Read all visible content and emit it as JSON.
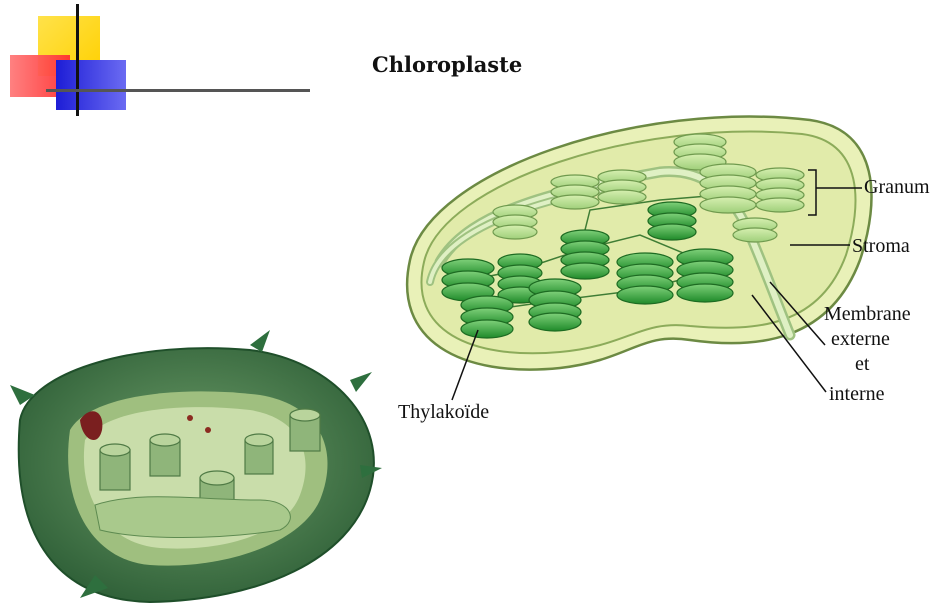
{
  "title": "Chloroplaste",
  "labels": {
    "granum": "Granum",
    "stroma": "Stroma",
    "membrane_line1": "Membrane",
    "membrane_line2": "externe",
    "membrane_line3": "et",
    "membrane_line4": "interne",
    "thylakoide": "Thylakoïde"
  },
  "colors": {
    "accent_yellow": "#ffd000",
    "accent_red": "#ff3030",
    "accent_blue": "#1d1dd6",
    "chloroplast_fill": "#e6efb2",
    "granum_green": "#2f9d2f",
    "membrane_green": "#cfe5a9",
    "cell_dark_green": "#2e6f3e"
  }
}
